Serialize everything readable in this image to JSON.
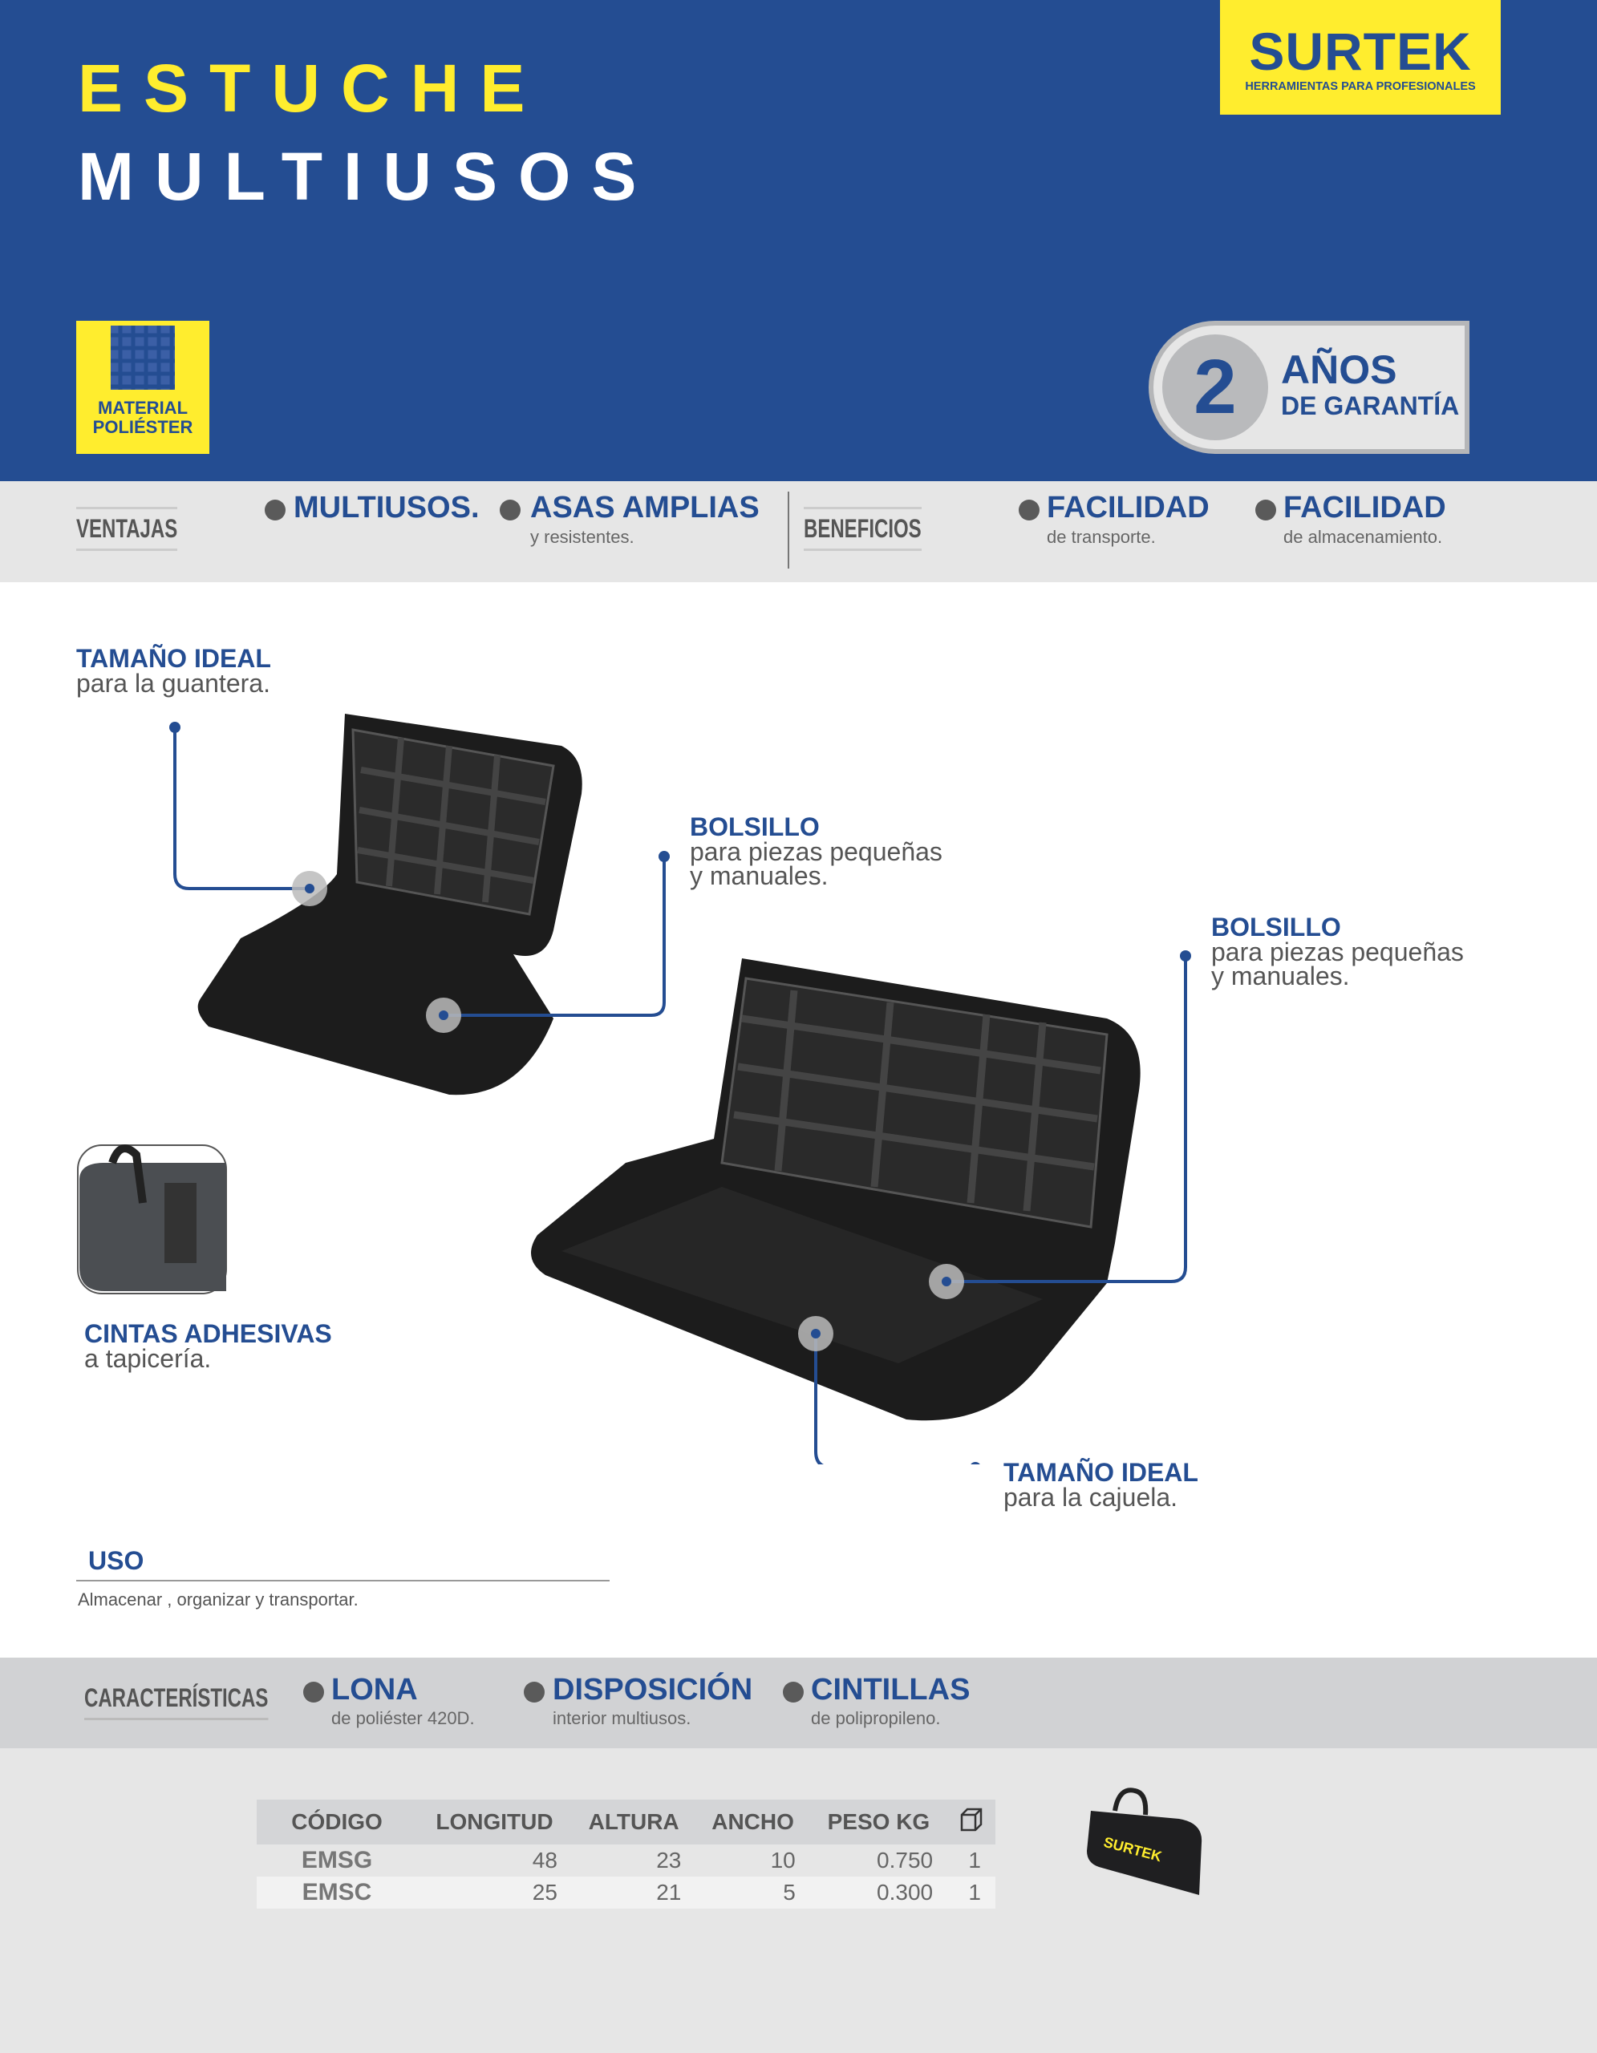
{
  "header": {
    "title_line1": "ESTUCHE",
    "title_line2": "MULTIUSOS"
  },
  "logo": {
    "name": "SURTEK",
    "tagline": "HERRAMIENTAS PARA PROFESIONALES"
  },
  "material": {
    "label_line1": "MATERIAL",
    "label_line2": "POLIÉSTER"
  },
  "warranty": {
    "number": "2",
    "line1": "AÑOS",
    "line2": "DE GARANTÍA"
  },
  "ventajas": {
    "label": "VENTAJAS",
    "items": [
      {
        "title": "MULTIUSOS.",
        "sub": ""
      },
      {
        "title": "ASAS AMPLIAS",
        "sub": "y resistentes."
      }
    ]
  },
  "beneficios": {
    "label": "BENEFICIOS",
    "items": [
      {
        "title": "FACILIDAD",
        "sub": "de transporte."
      },
      {
        "title": "FACILIDAD",
        "sub": "de almacenamiento."
      }
    ]
  },
  "callouts": [
    {
      "title": "TAMAÑO IDEAL",
      "line1": "para la guantera.",
      "line2": ""
    },
    {
      "title": "BOLSILLO",
      "line1": "para piezas pequeñas",
      "line2": "y manuales."
    },
    {
      "title": "BOLSILLO",
      "line1": "para piezas pequeñas",
      "line2": "y manuales."
    },
    {
      "title": "CINTAS ADHESIVAS",
      "line1": "a tapicería.",
      "line2": ""
    },
    {
      "title": "TAMAÑO IDEAL",
      "line1": "para la cajuela.",
      "line2": ""
    }
  ],
  "uso": {
    "title": "USO",
    "text": "Almacenar , organizar y transportar."
  },
  "caracteristicas": {
    "label": "CARACTERÍSTICAS",
    "items": [
      {
        "title": "LONA",
        "sub": "de poliéster 420D."
      },
      {
        "title": "DISPOSICIÓN",
        "sub": "interior multiusos."
      },
      {
        "title": "CINTILLAS",
        "sub": "de polipropileno."
      }
    ]
  },
  "table": {
    "headers": [
      "CÓDIGO",
      "LONGITUD",
      "ALTURA",
      "ANCHO",
      "PESO KG"
    ],
    "box_icon": "box-icon",
    "rows": [
      [
        "EMSG",
        "48",
        "23",
        "10",
        "0.750",
        "1"
      ],
      [
        "EMSC",
        "25",
        "21",
        "5",
        "0.300",
        "1"
      ]
    ]
  },
  "bag_logo": "SURTEK",
  "colors": {
    "blue": "#244d92",
    "yellow": "#ffed2e",
    "gray": "#e6e6e6"
  }
}
